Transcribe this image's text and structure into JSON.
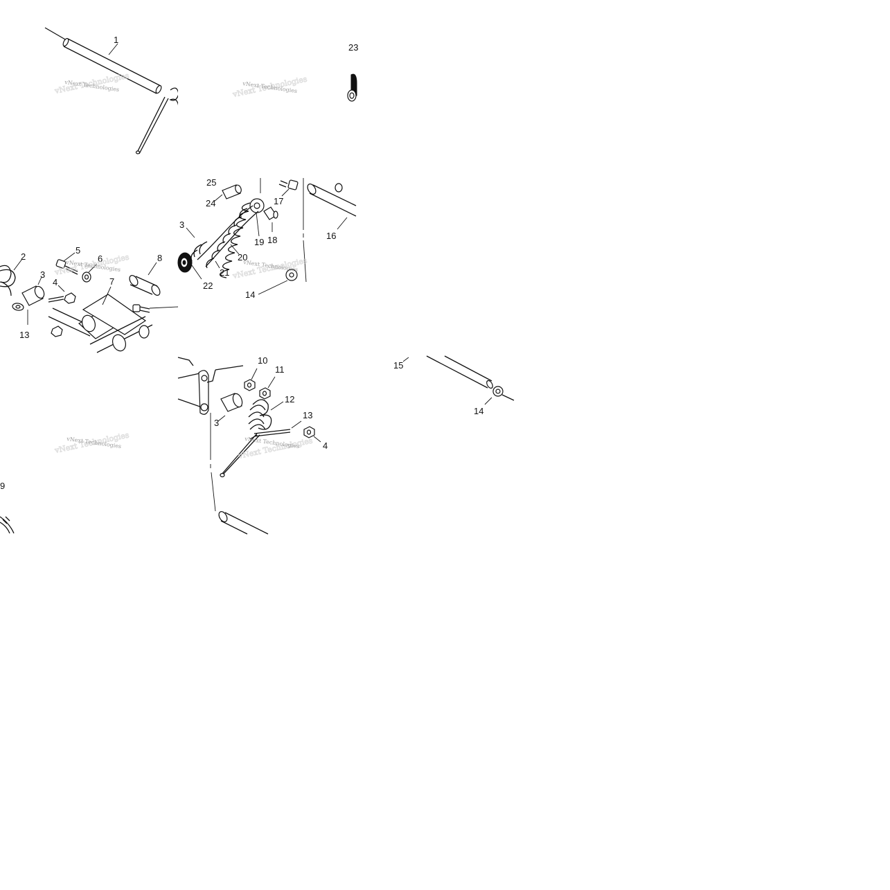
{
  "watermark": {
    "text": "vNext Technologies"
  },
  "callouts": {
    "c1": "1",
    "c23": "23",
    "c25": "25",
    "c24": "24",
    "c17": "17",
    "c16": "16",
    "c3a": "3",
    "c19": "19",
    "c18": "18",
    "c20": "20",
    "c21": "21",
    "c22": "22",
    "c14a": "14",
    "c2": "2",
    "c5": "5",
    "c6": "6",
    "c8": "8",
    "c3b": "3",
    "c4a": "4",
    "c7": "7",
    "c13a": "13",
    "c10": "10",
    "c11": "11",
    "c12": "12",
    "c3c": "3",
    "c13b": "13",
    "c4b": "4",
    "c15": "15",
    "c14b": "14",
    "c9": "9"
  }
}
